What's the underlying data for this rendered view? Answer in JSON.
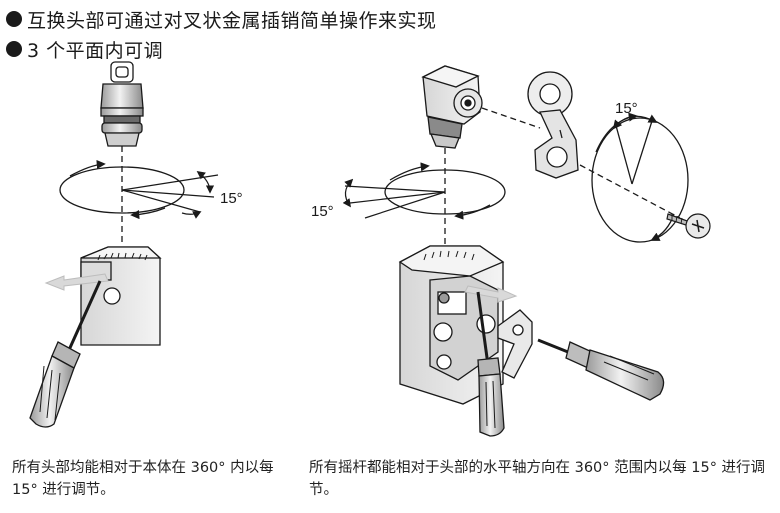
{
  "bullets": [
    {
      "text": "互换头部可通过对叉状金属插销简单操作来实现"
    },
    {
      "text": "3 个平面内可调"
    }
  ],
  "figure": {
    "left_angle_label": "15°",
    "center_angle_label": "15°",
    "right_angle_label": "15°",
    "colors": {
      "line": "#1a1a1a",
      "body_light": "#eeeeee",
      "body_mid": "#c8c8c8",
      "body_dark": "#9a9a9a",
      "arrow_gray": "#d9d9d9"
    }
  },
  "captions": {
    "left": "所有头部均能相对于本体在 360° 内以每 15° 进行调节。",
    "right": "所有摇杆都能相对于头部的水平轴方向在 360° 范围内以每 15° 进行调节。"
  }
}
